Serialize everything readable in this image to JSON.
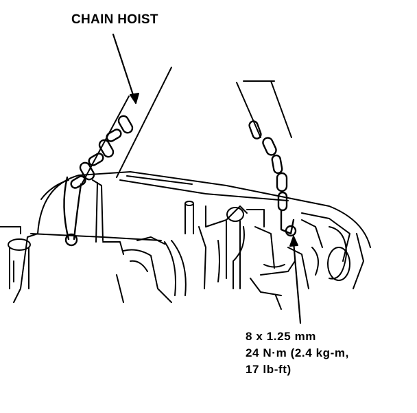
{
  "labels": {
    "chain_hoist": "CHAIN HOIST",
    "bolt_spec": {
      "line1": "8 x 1.25 mm",
      "line2": "24 N·m (2.4 kg-m,",
      "line3": "17 lb-ft)"
    }
  },
  "colors": {
    "ink": "#000000",
    "paper": "#ffffff"
  }
}
